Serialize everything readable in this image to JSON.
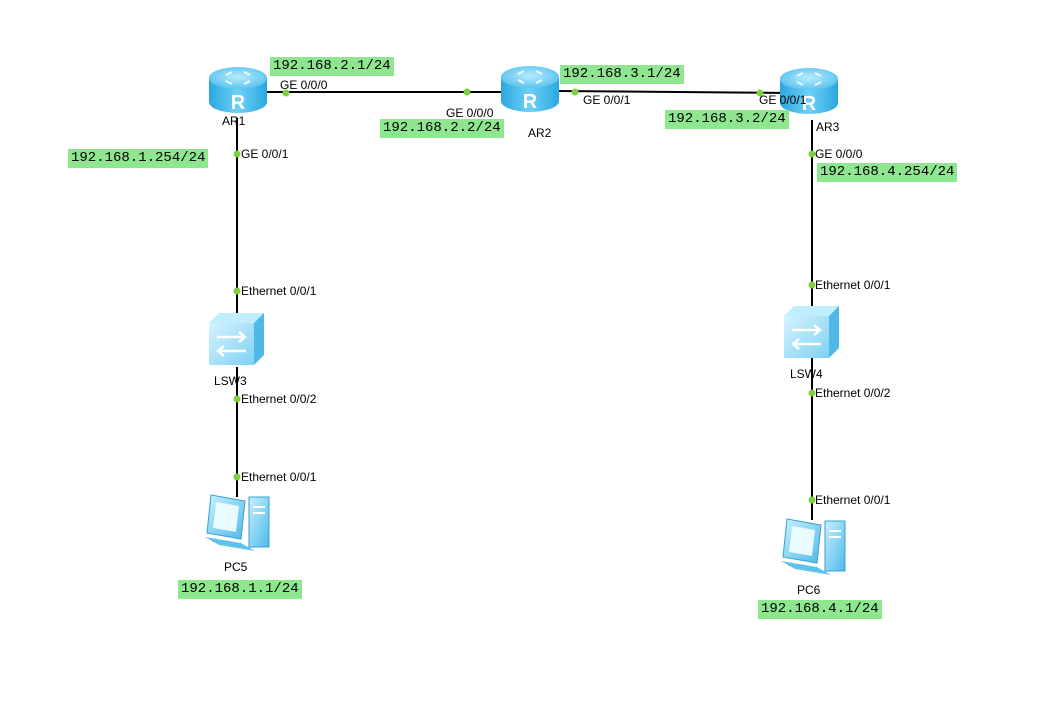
{
  "devices": {
    "ar1": {
      "name": "AR1",
      "glyph": "R"
    },
    "ar2": {
      "name": "AR2",
      "glyph": "R"
    },
    "ar3": {
      "name": "AR3",
      "glyph": "R"
    },
    "lsw3": {
      "name": "LSW3"
    },
    "lsw4": {
      "name": "LSW4"
    },
    "pc5": {
      "name": "PC5"
    },
    "pc6": {
      "name": "PC6"
    }
  },
  "ports": {
    "ar1_ge000": "GE 0/0/0",
    "ar2_ge000": "GE 0/0/0",
    "ar2_ge001": "GE 0/0/1",
    "ar3_ge001": "GE 0/0/1",
    "ar1_ge001": "GE 0/0/1",
    "ar3_ge000": "GE 0/0/0",
    "lsw3_e001": "Ethernet 0/0/1",
    "lsw3_e002": "Ethernet 0/0/2",
    "pc5_e001": "Ethernet 0/0/1",
    "lsw4_e001": "Ethernet 0/0/1",
    "lsw4_e002": "Ethernet 0/0/2",
    "pc6_e001": "Ethernet 0/0/1"
  },
  "ip_labels": {
    "ar1_ge000": "192.168.2.1/24",
    "ar2_ge000": "192.168.2.2/24",
    "ar2_ge001": "192.168.3.1/24",
    "ar3_ge001": "192.168.3.2/24",
    "ar1_ge001": "192.168.1.254/24",
    "ar3_ge000": "192.168.4.254/24",
    "pc5": "192.168.1.1/24",
    "pc6": "192.168.4.1/24"
  },
  "colors": {
    "label_bg": "#8ee68e",
    "port_dot": "#7fd13b",
    "link": "#000000",
    "router": "#5bc4ef",
    "switch": "#8fd8f5"
  },
  "icons": {
    "router": "router-icon",
    "switch": "switch-icon",
    "pc": "pc-icon"
  }
}
